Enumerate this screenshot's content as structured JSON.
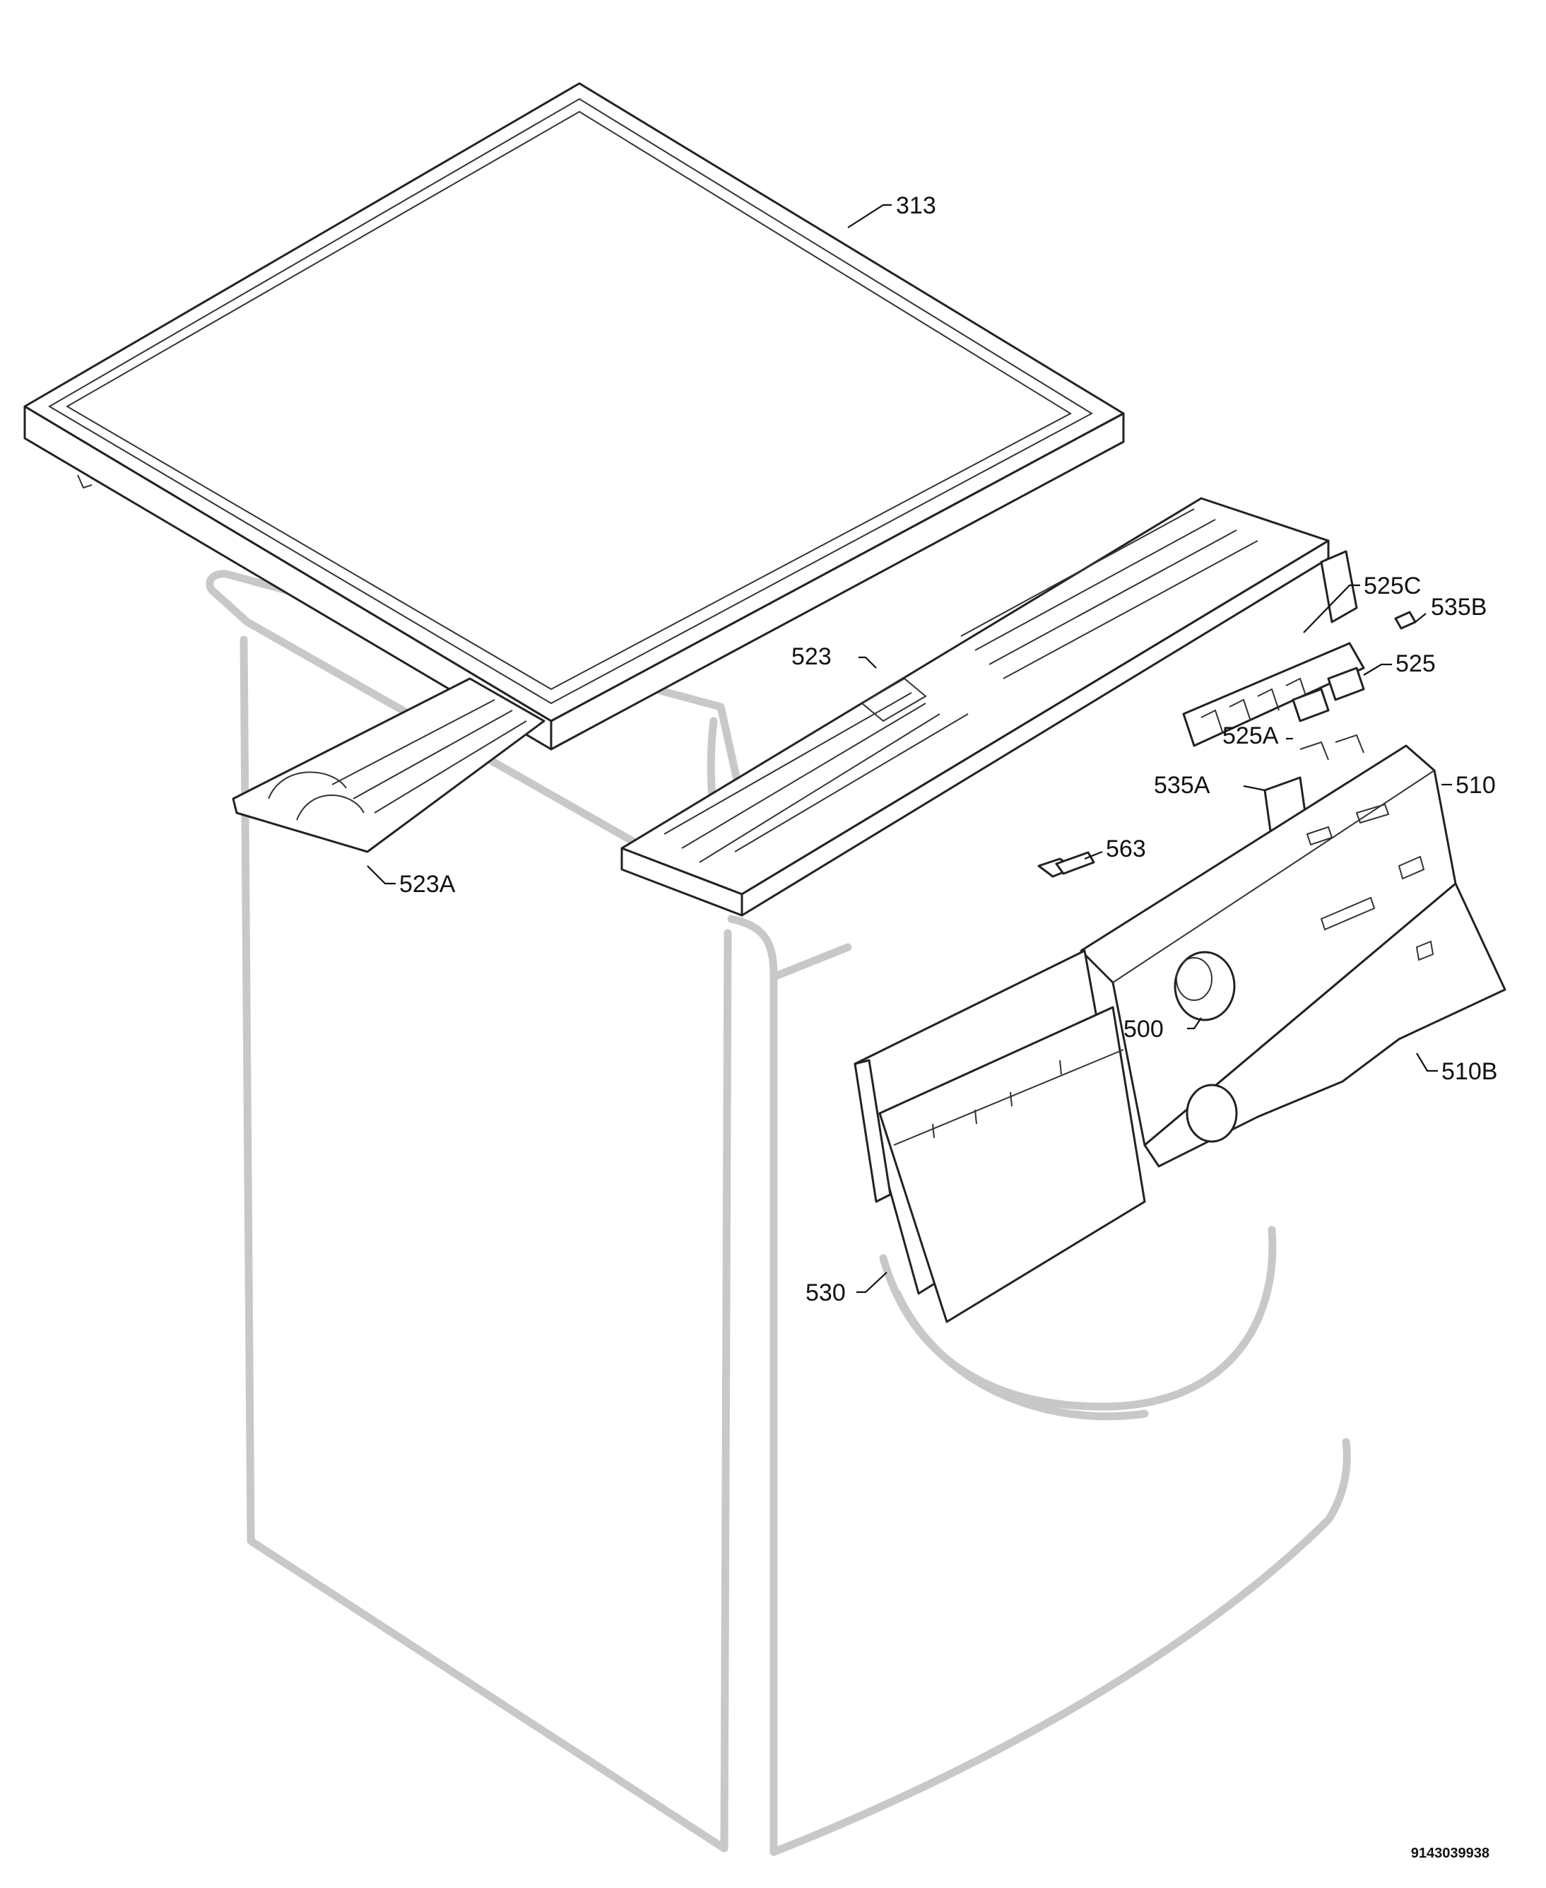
{
  "callouts": {
    "p313": "313",
    "p525C": "525C",
    "p535B": "535B",
    "p525": "525",
    "p523": "523",
    "p525A": "525A",
    "p510": "510",
    "p535A": "535A",
    "p563": "563",
    "p523A": "523A",
    "p500": "500",
    "p510B": "510B",
    "p530": "530"
  },
  "drawing_number": "9143039938",
  "colors": {
    "ghost_outline": "#c8c8c8",
    "part_stroke": "#222222",
    "background": "#ffffff"
  }
}
